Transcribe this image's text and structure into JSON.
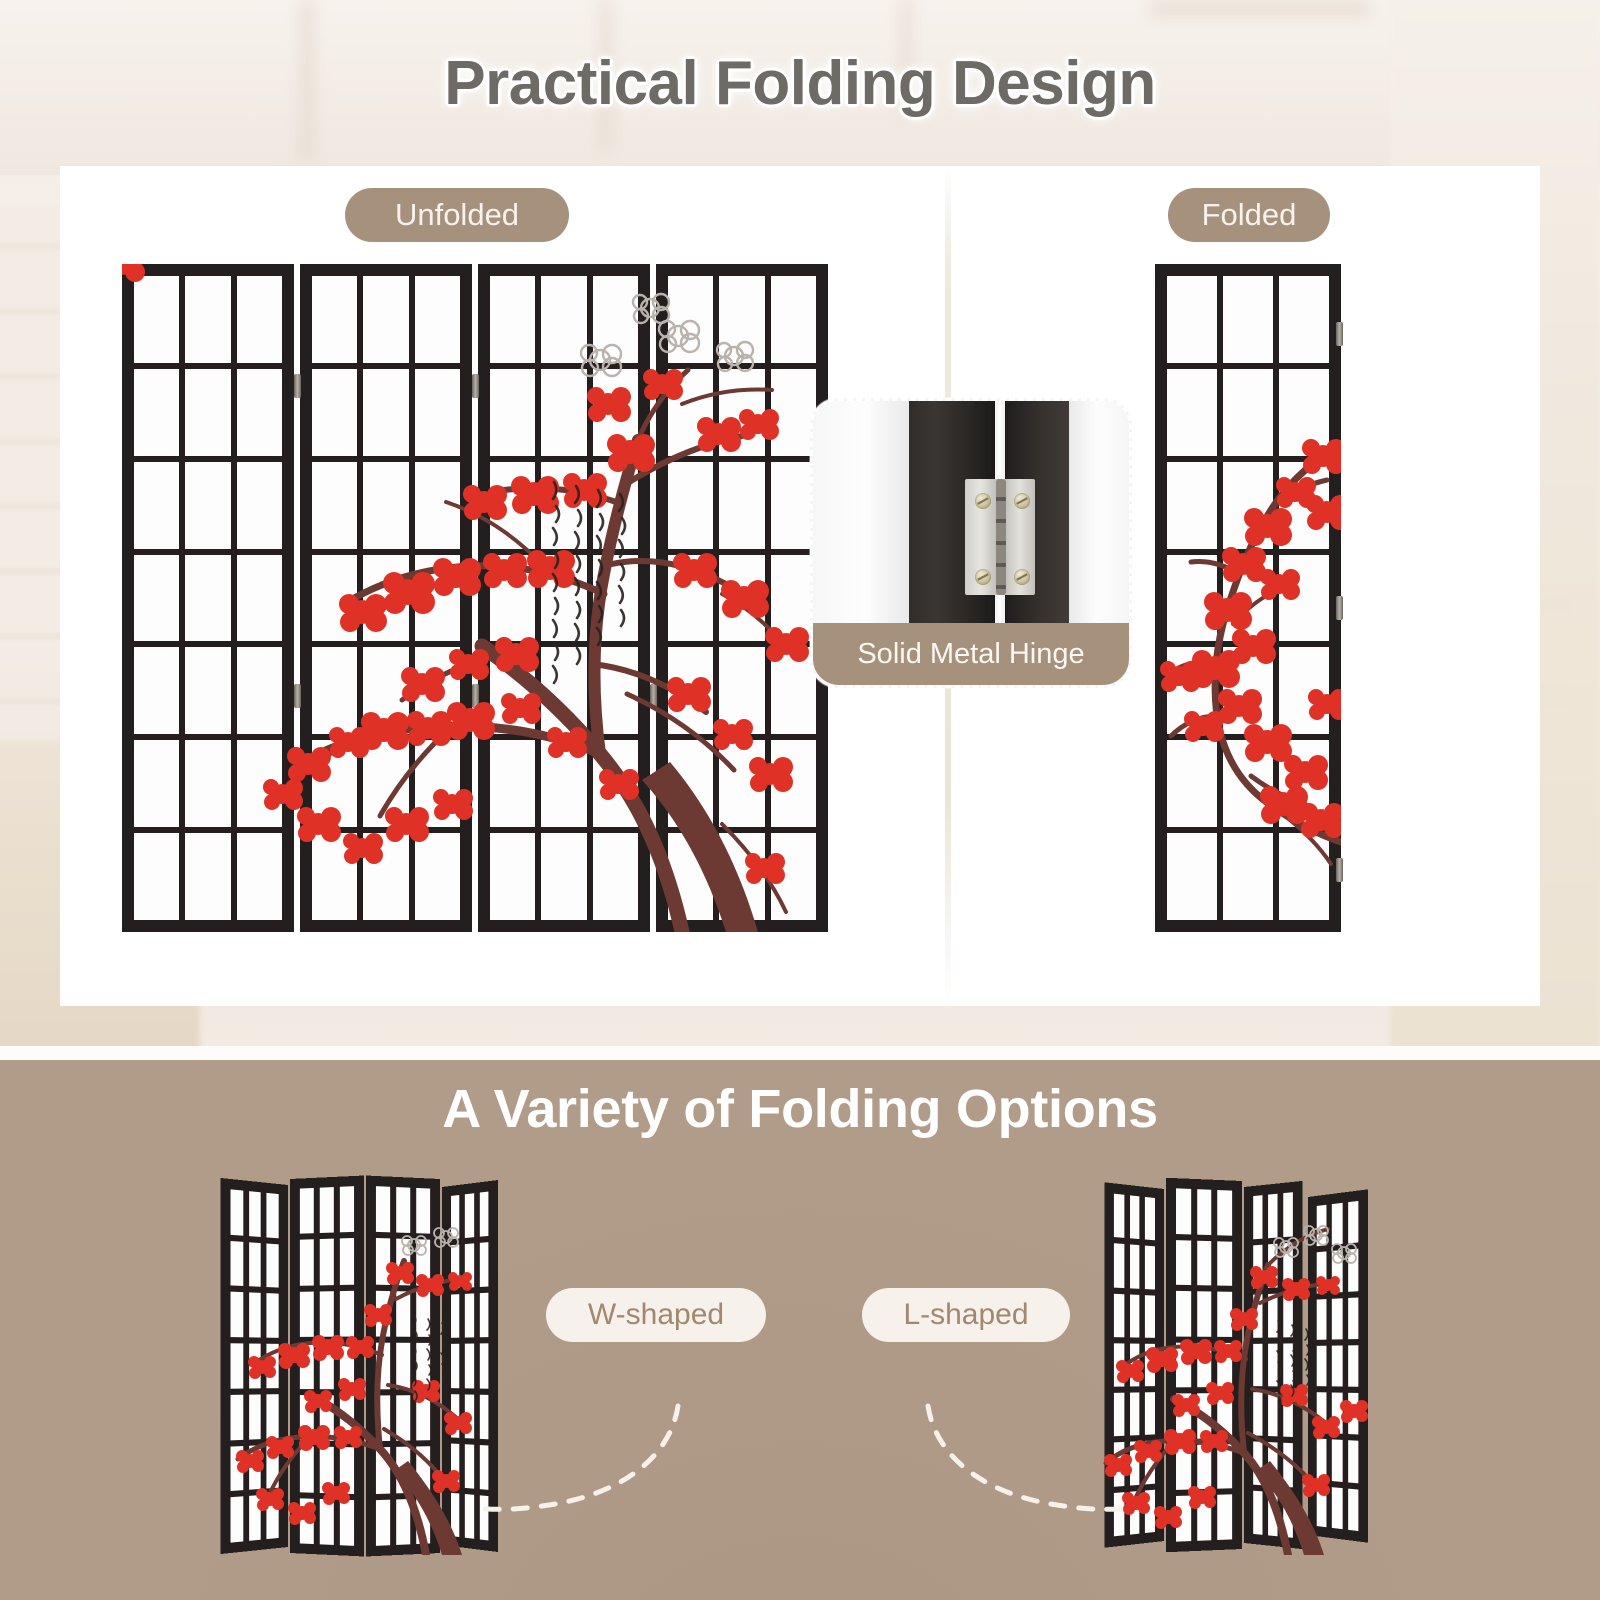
{
  "header": {
    "title": "Practical Folding Design"
  },
  "top_panel": {
    "badges": {
      "unfolded": "Unfolded",
      "folded": "Folded"
    },
    "hinge_callout": {
      "caption": "Solid Metal Hinge",
      "icon": "dashed-frame-icon"
    },
    "unfolded_screen": {
      "panel_count": 4,
      "grid_columns": 3,
      "grid_rows": 7,
      "artwork": "red-cherry-blossom-tree",
      "calligraphy_visible": true
    },
    "folded_screen": {
      "panel_count": 1,
      "grid_columns": 3,
      "grid_rows": 7,
      "artwork": "red-cherry-blossom-branch"
    }
  },
  "bottom_panel": {
    "title": "A Variety of Folding Options",
    "options": [
      {
        "label": "W-shaped",
        "panel_count": 4,
        "artwork": "red-cherry-blossom-tree"
      },
      {
        "label": "L-shaped",
        "panel_count": 4,
        "artwork": "red-cherry-blossom-tree"
      }
    ]
  },
  "colors": {
    "accent_tan": "#a6917c",
    "band_brown": "#b09c88",
    "pill_light": "#f6f1ea",
    "pill_light_text": "#a1886f",
    "title_gray": "#6e6a66",
    "frame_black": "#221f1e",
    "blossom_red": "#e03127",
    "branch_brown": "#6d3a33"
  }
}
